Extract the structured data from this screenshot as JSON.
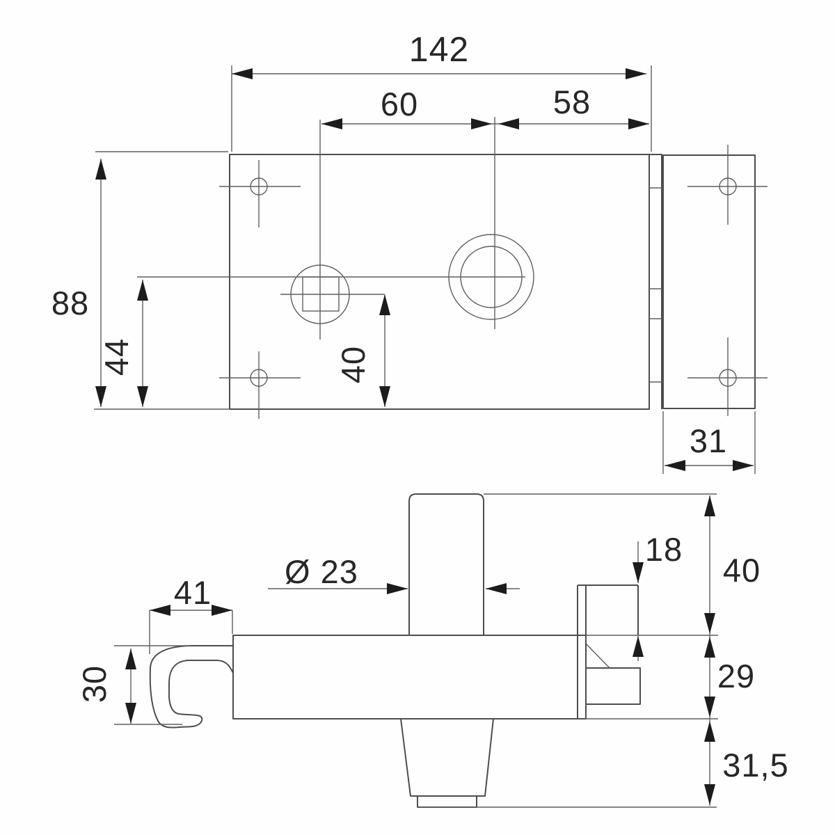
{
  "drawing": {
    "type": "technical-dimension-drawing",
    "subject": "rim lock body with side plate and cylinder, two orthographic views",
    "colors": {
      "background": "#fefefe",
      "outline": "#4d4d4d",
      "thin_line": "#5e5e5e",
      "arrow": "#1c1c1c",
      "text": "#272727"
    },
    "top_view": {
      "dim_total_width": "142",
      "dim_square_to_cylinder": "60",
      "dim_cylinder_to_edge": "58",
      "dim_total_height": "88",
      "dim_axis_height": "44",
      "dim_square_axis_to_bottom": "40",
      "dim_side_plate_width": "31"
    },
    "bottom_view": {
      "dim_cylinder_diameter": "Ø 23",
      "dim_hook_depth": "41",
      "dim_hook_height": "30",
      "dim_flange_drop": "18",
      "dim_cylinder_height": "40",
      "dim_body_thickness": "29",
      "dim_knob_height": "31,5"
    }
  }
}
